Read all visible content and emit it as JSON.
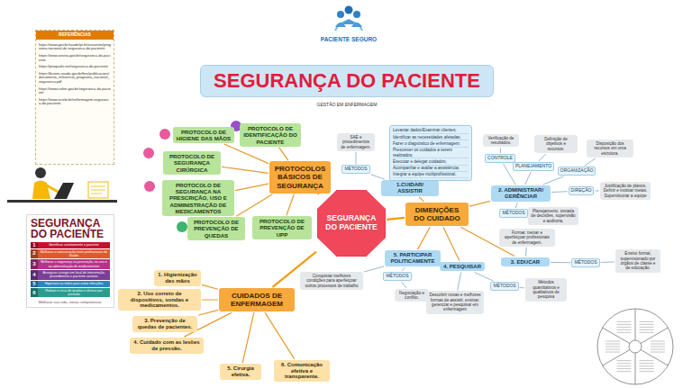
{
  "diagram": {
    "title": "SEGURANÇA DO PACIENTE",
    "nodes": [
      {
        "text": [
          "REFERÊNCIAS",
          "https://www.gov.br/saude/pt-br/assuntos/programa-nacional-de-seguranca-do-paciente",
          "https://www.anvisa.gov.br/seguranca-do-paciente",
          "https://proqualis.net/seguranca-do-paciente",
          "https://bvsms.saude.gov.br/bvs/publicacoes/documento_referencia_programa_nacional_seguranca.pdf",
          "https://www.cofen.gov.br/seguranca-do-paciente",
          "https://www.scielo.br/enfermagem-seguranca-do-paciente"
        ]
      },
      {
        "text": [
          "SEGURANÇA DO PACIENTE"
        ]
      },
      {
        "text": [
          "1",
          "Identificar corretamente o paciente"
        ],
        "in": 1
      },
      {
        "text": [
          "2",
          "Melhorar a comunicação entre profissionais de Saúde"
        ],
        "in": 1
      },
      {
        "text": [
          "3",
          "Melhorar a segurança na prescrição, no uso e na administração de medicamentos"
        ],
        "in": 1
      },
      {
        "text": [
          "4",
          "Assegurar cirurgia em local de intervenção, procedimento e paciente corretos"
        ],
        "in": 1
      },
      {
        "text": [
          "5",
          "Higienizar as mãos para evitar infecções"
        ],
        "in": 1
      },
      {
        "text": [
          "6",
          "Reduzir o risco de quedas e úlceras por pressão"
        ],
        "in": 1
      },
      {
        "text": [
          "SEGURANÇA DO PACIENTE"
        ]
      },
      {
        "text": [
          "PROTOCOLOS BÁSICOS DE SEGURANÇA"
        ]
      },
      {
        "text": [
          "PROTOCOLO DE HIGIENE DAS MÃOS"
        ]
      },
      {
        "text": [
          "PROTOCOLO DE IDENTIFICAÇÃO DO PACIENTE"
        ]
      },
      {
        "text": [
          "PROTOCOLO DE SEGURANÇA CIRÚRGICA"
        ]
      },
      {
        "text": [
          "PROTOCOLO DE SEGURANÇA NA PRESCRIÇÃO, USO E ADMINISTRAÇÃO DE MEDICAMENTOS"
        ]
      },
      {
        "text": [
          "PROTOCOLO DE PREVENÇÃO DE QUEDAS"
        ]
      },
      {
        "text": [
          "PROTOCOLO DE PREVENÇÃO DE UPP"
        ]
      },
      {
        "text": [
          "CUIDADOS DE ENFERMAGEM"
        ]
      },
      {
        "text": [
          "1. Higienização das mãos"
        ]
      },
      {
        "text": [
          "2. Uso correto de dispositivos, sondas e medicamentos."
        ]
      },
      {
        "text": [
          "3. Prevenção de quedas de pacientes."
        ]
      },
      {
        "text": [
          "4. Cuidado com as lesões de pressão."
        ]
      },
      {
        "text": [
          "5. Cirurgia efetiva."
        ]
      },
      {
        "text": [
          "6. Comunicação efetiva e transparente."
        ]
      },
      {
        "text": [
          "DIMENÇÕES DO CUIDADO"
        ]
      },
      {
        "text": [
          "1.CUIDAR/ ASSISTIR"
        ]
      },
      {
        "text": [
          "Levantar dados/Examinar clientes;",
          "Identificar as necessidades afetadas;",
          "Fazer o diagnóstico de enfermagem;",
          "Prescrever os cuidados a serem realizados;",
          "Executar e delegar cuidados;",
          "Acompanhar e avaliar a assistência;",
          "Integrar a equipe multiprofissional."
        ]
      },
      {
        "text": [
          "MÉTODOS"
        ]
      },
      {
        "text": [
          "SAE e procedimentos de enfermagem."
        ]
      },
      {
        "text": [
          "2. ADMINISTRAR/ GERÊNCIAR"
        ]
      },
      {
        "text": [
          "CONTROLE"
        ]
      },
      {
        "text": [
          "Verificação de resultados."
        ]
      },
      {
        "text": [
          "PLANEJAMENTO"
        ]
      },
      {
        "text": [
          "Definição de objetivos e recursos."
        ]
      },
      {
        "text": [
          "ORGANIZAÇÃO"
        ]
      },
      {
        "text": [
          "Disposição dos recursos em uma estrutura."
        ]
      },
      {
        "text": [
          "DIREÇÃO"
        ]
      },
      {
        "text": [
          "Justificação de planos. Definir e motivar metas. Supervisionar a equipe"
        ]
      },
      {
        "text": [
          "MÉTODOS"
        ]
      },
      {
        "text": [
          "Planejamento, tomada de decisões, supervisão e auditoria."
        ]
      },
      {
        "text": [
          "3. EDUCAR"
        ]
      },
      {
        "text": [
          "Formar, treinar e aperfeiçoar profissionais de enfermagem."
        ]
      },
      {
        "text": [
          "MÉTODOS"
        ]
      },
      {
        "text": [
          "Ensino formal, supervisionado por órgãos de classe e de educação."
        ]
      },
      {
        "text": [
          "4. PESQUISAR"
        ]
      },
      {
        "text": [
          "MÉTODOS"
        ]
      },
      {
        "text": [
          "Métodos quantitativos e qualitativos de pesquisa"
        ]
      },
      {
        "text": [
          "Descobrir novas e melhores formas de assistir, ensinar, gerenciar e pesquisar em enfermagem"
        ]
      },
      {
        "text": [
          "5. PARTICIPAR POLITICAMENTE"
        ]
      },
      {
        "text": [
          "MÉTODOS"
        ]
      },
      {
        "text": [
          "Negociação e conflito."
        ]
      },
      {
        "text": [
          "Conquistar melhores condições para aperfeiçoar outros processos de trabalho"
        ]
      }
    ],
    "edges": [
      {
        "from": 8,
        "to": 9,
        "arrow": "none"
      },
      {
        "from": 8,
        "to": 16,
        "arrow": "none"
      },
      {
        "from": 8,
        "to": 23,
        "arrow": "none"
      },
      {
        "from": 9,
        "to": 10,
        "arrow": "none"
      },
      {
        "from": 9,
        "to": 11,
        "arrow": "none"
      },
      {
        "from": 9,
        "to": 12,
        "arrow": "none"
      },
      {
        "from": 9,
        "to": 13,
        "arrow": "none"
      },
      {
        "from": 9,
        "to": 14,
        "arrow": "none"
      },
      {
        "from": 9,
        "to": 15,
        "arrow": "none"
      },
      {
        "from": 16,
        "to": 17,
        "arrow": "none"
      },
      {
        "from": 16,
        "to": 18,
        "arrow": "none"
      },
      {
        "from": 16,
        "to": 19,
        "arrow": "none"
      },
      {
        "from": 16,
        "to": 20,
        "arrow": "none"
      },
      {
        "from": 16,
        "to": 21,
        "arrow": "none"
      },
      {
        "from": 16,
        "to": 22,
        "arrow": "none"
      },
      {
        "from": 23,
        "to": 24,
        "arrow": "none"
      },
      {
        "from": 23,
        "to": 28,
        "arrow": "none"
      },
      {
        "from": 23,
        "to": 39,
        "arrow": "none"
      },
      {
        "from": 23,
        "to": 43,
        "arrow": "none"
      },
      {
        "from": 23,
        "to": 47,
        "arrow": "none"
      },
      {
        "from": 24,
        "to": 25,
        "arrow": "none"
      },
      {
        "from": 24,
        "to": 26,
        "arrow": "none"
      },
      {
        "from": 26,
        "to": 27,
        "arrow": "none"
      },
      {
        "from": 28,
        "to": 29,
        "arrow": "none"
      },
      {
        "from": 29,
        "to": 30,
        "arrow": "none"
      },
      {
        "from": 28,
        "to": 31,
        "arrow": "none"
      },
      {
        "from": 31,
        "to": 32,
        "arrow": "none"
      },
      {
        "from": 28,
        "to": 33,
        "arrow": "none"
      },
      {
        "from": 33,
        "to": 34,
        "arrow": "none"
      },
      {
        "from": 28,
        "to": 35,
        "arrow": "none"
      },
      {
        "from": 35,
        "to": 36,
        "arrow": "none"
      },
      {
        "from": 28,
        "to": 37,
        "arrow": "none"
      },
      {
        "from": 37,
        "to": 38,
        "arrow": "none"
      },
      {
        "from": 39,
        "to": 40,
        "arrow": "none"
      },
      {
        "from": 39,
        "to": 41,
        "arrow": "none"
      },
      {
        "from": 41,
        "to": 42,
        "arrow": "none"
      },
      {
        "from": 43,
        "to": 44,
        "arrow": "none"
      },
      {
        "from": 44,
        "to": 45,
        "arrow": "none"
      },
      {
        "from": 43,
        "to": 46,
        "arrow": "none"
      },
      {
        "from": 47,
        "to": 48,
        "arrow": "none"
      },
      {
        "from": 48,
        "to": 49,
        "arrow": "none"
      },
      {
        "from": 47,
        "to": 50,
        "arrow": "none"
      }
    ],
    "labels": [
      "PACIENTE SEGURO",
      "GESTÃO EM ENFERMAGEM",
      "Melhorar sua vida, nosso compromisso."
    ]
  }
}
